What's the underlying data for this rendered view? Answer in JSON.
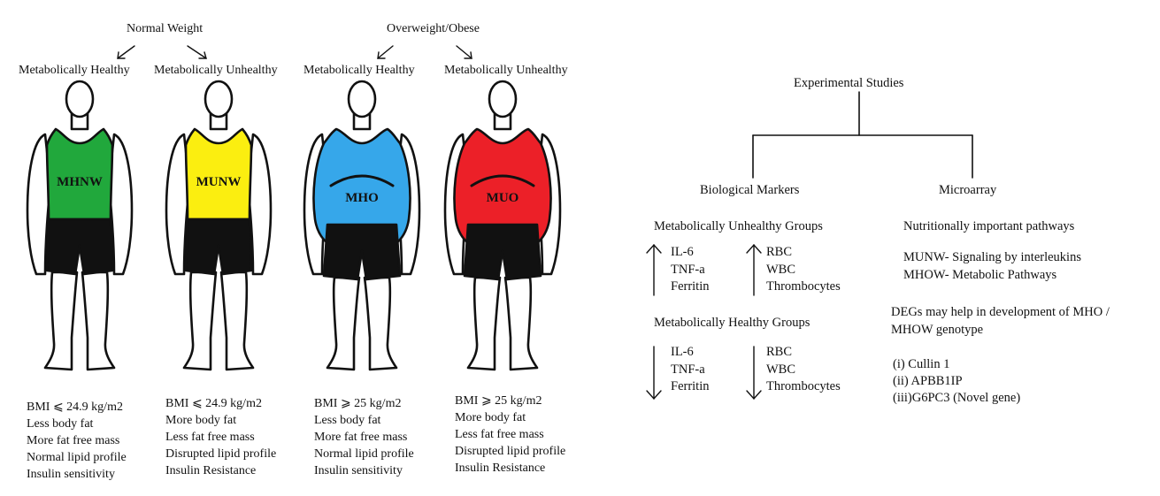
{
  "left_panel": {
    "normal_weight_label": "Normal Weight",
    "overweight_label": "Overweight/Obese",
    "figures": [
      {
        "category": "Metabolically Healthy",
        "label": "MHNW",
        "color": "#21a83c",
        "obese": false,
        "properties": [
          "BMI ⩽ 24.9 kg/m2",
          "Less body fat",
          "More fat free mass",
          "Normal lipid profile",
          "Insulin sensitivity"
        ]
      },
      {
        "category": "Metabolically Unhealthy",
        "label": "MUNW",
        "color": "#fbee10",
        "obese": false,
        "properties": [
          "BMI ⩽ 24.9 kg/m2",
          "More body fat",
          "Less fat free mass",
          "Disrupted lipid profile",
          "Insulin Resistance"
        ]
      },
      {
        "category": "Metabolically Healthy",
        "label": "MHO",
        "color": "#36a7ea",
        "obese": true,
        "properties": [
          "BMI ⩾ 25 kg/m2",
          "Less body fat",
          "More fat free mass",
          "Normal lipid profile",
          "Insulin sensitivity"
        ]
      },
      {
        "category": "Metabolically Unhealthy",
        "label": "MUO",
        "color": "#ec2028",
        "obese": true,
        "properties": [
          "BMI ⩾ 25 kg/m2",
          "More body fat",
          "Less fat free mass",
          "Disrupted lipid profile",
          "Insulin Resistance"
        ]
      }
    ]
  },
  "right_panel": {
    "root": "Experimental Studies",
    "branches": [
      "Biological Markers",
      "Microarray"
    ],
    "unhealthy_header": "Metabolically Unhealthy Groups",
    "unhealthy_col1": [
      "IL-6",
      "TNF-a",
      "Ferritin"
    ],
    "unhealthy_col2": [
      "RBC",
      "WBC",
      "Thrombocytes"
    ],
    "healthy_header": "Metabolically Healthy Groups",
    "healthy_col1": [
      "IL-6",
      "TNF-a",
      "Ferritin"
    ],
    "healthy_col2": [
      "RBC",
      "WBC",
      "Thrombocytes"
    ],
    "microarray_header": "Nutritionally important pathways",
    "pathways": [
      "MUNW- Signaling by interleukins",
      "MHOW- Metabolic Pathways"
    ],
    "degs_text": [
      "DEGs may help in development of MHO /",
      "MHOW genotype"
    ],
    "genes": [
      "(i) Cullin 1",
      "(ii) APBB1IP",
      "(iii)G6PC3 (Novel gene)"
    ]
  }
}
